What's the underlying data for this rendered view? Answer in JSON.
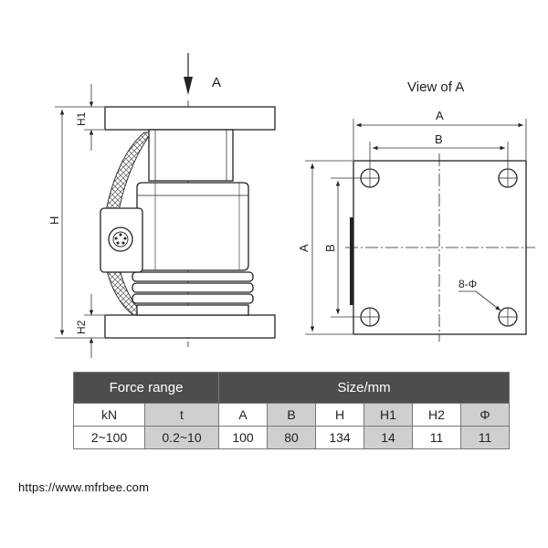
{
  "drawing": {
    "arrow_label": "A",
    "side_dims": {
      "h1": "H1",
      "h": "H",
      "h2": "H2"
    },
    "view_title": "View of A",
    "top_dims": {
      "a_width": "A",
      "b_width": "B",
      "a_height": "A",
      "b_height": "B"
    },
    "hole_callout": "8-Φ",
    "colors": {
      "line": "#222222",
      "dim": "#333333",
      "cable": "#444444"
    }
  },
  "table": {
    "groups": [
      {
        "label": "Force range"
      },
      {
        "label": "Size/mm"
      }
    ],
    "headers": [
      "kN",
      "t",
      "A",
      "B",
      "H",
      "H1",
      "H2",
      "Φ"
    ],
    "values": [
      "2~100",
      "0.2~10",
      "100",
      "80",
      "134",
      "14",
      "11",
      "11"
    ],
    "colors": {
      "group_bg": "#4d4d4d",
      "shade_bg": "#cfcfcf"
    }
  },
  "footer": {
    "url": "https://www.mfrbee.com"
  }
}
